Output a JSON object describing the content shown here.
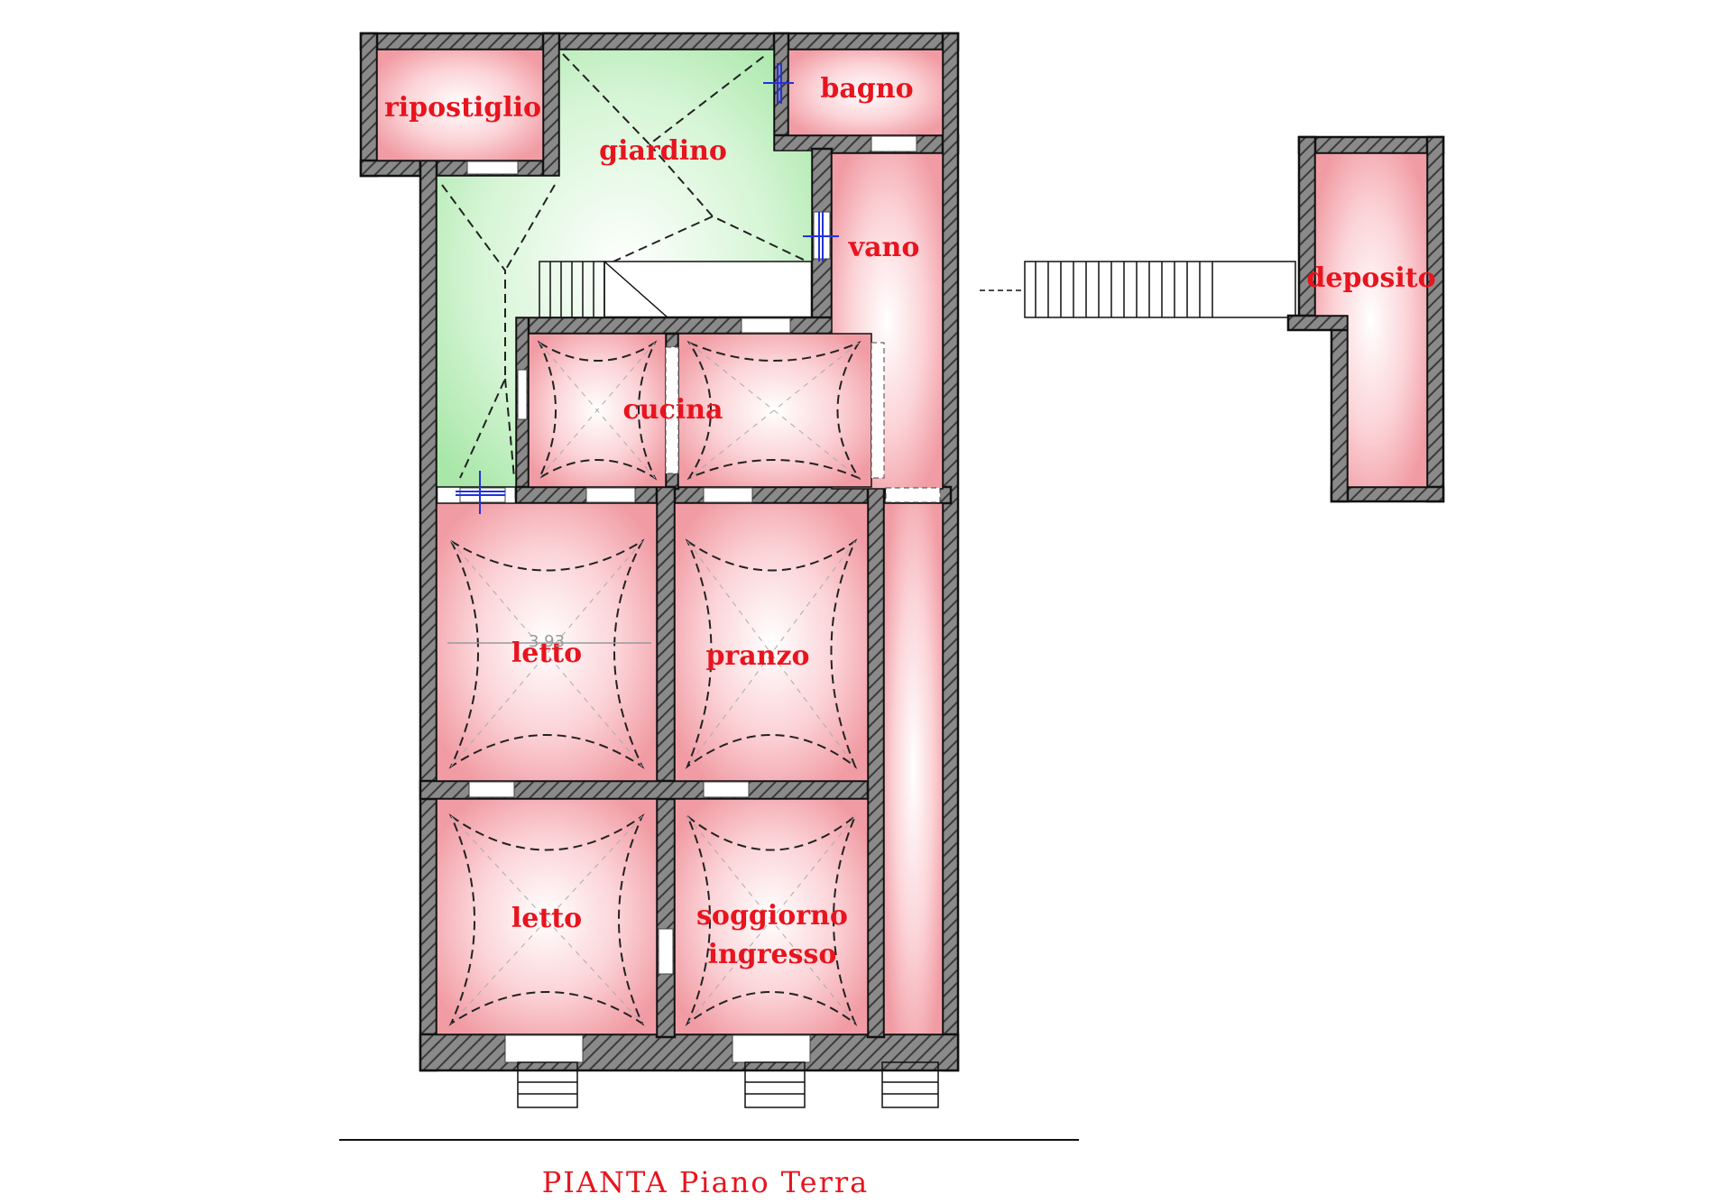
{
  "plan": {
    "title": "PIANTA  Piano Terra",
    "dimension_text": "3.93",
    "colors": {
      "label": "#e8141e",
      "room_fill": "#f4a9b0",
      "garden_fill": "#b8ecb8",
      "wall_fill": "#888888"
    },
    "rooms": {
      "ripostiglio": "ripostiglio",
      "giardino": "giardino",
      "bagno": "bagno",
      "vano": "vano",
      "cucina": "cucina",
      "letto_top": "letto",
      "pranzo": "pranzo",
      "letto_bottom": "letto",
      "soggiorno": "soggiorno",
      "ingresso": "ingresso",
      "deposito": "deposito"
    }
  }
}
